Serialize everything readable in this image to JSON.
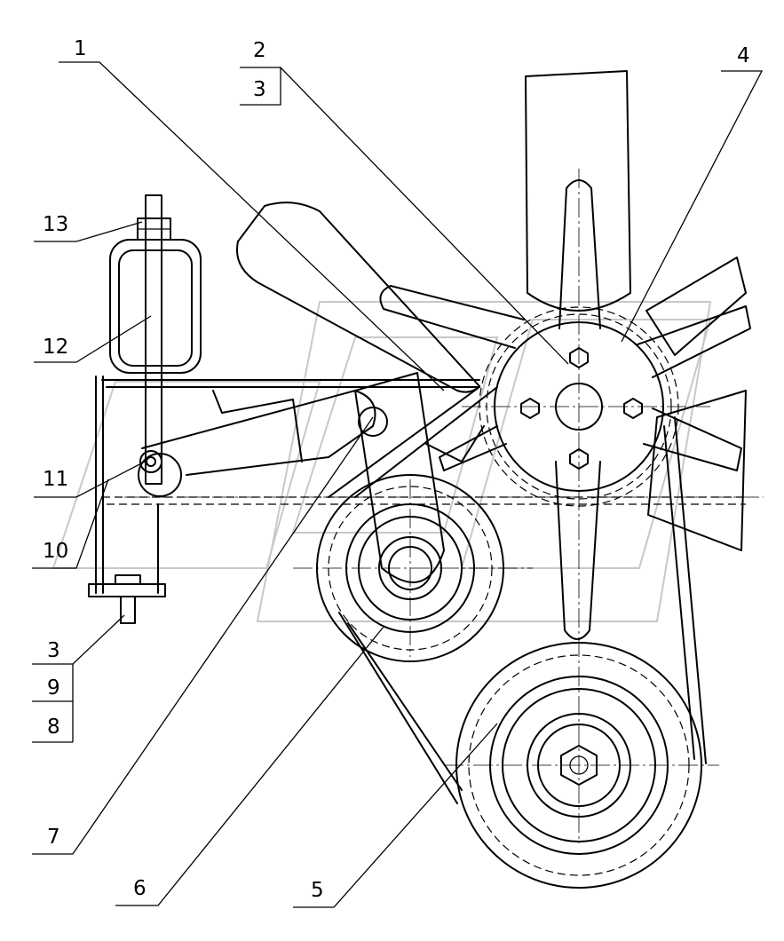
{
  "drawing": {
    "header_mark": "",
    "callouts": [
      "1",
      "2",
      "3",
      "4",
      "13",
      "12",
      "11",
      "10",
      "3",
      "9",
      "8",
      "7",
      "6",
      "5"
    ]
  }
}
